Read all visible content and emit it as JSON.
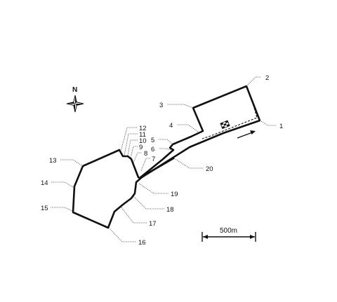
{
  "compass": {
    "label": "N"
  },
  "scale": {
    "label": "500m"
  },
  "turns": [
    "1",
    "2",
    "3",
    "4",
    "5",
    "6",
    "7",
    "8",
    "9",
    "10",
    "11",
    "12",
    "13",
    "14",
    "15",
    "16",
    "17",
    "18",
    "19",
    "20"
  ]
}
